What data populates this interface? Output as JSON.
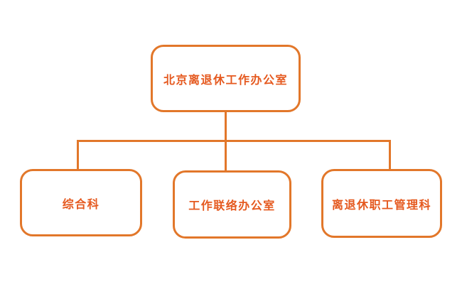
{
  "diagram": {
    "type": "org-chart",
    "colors": {
      "line": "#e2772a",
      "text": "#e5591f",
      "background": "#ffffff"
    },
    "root": {
      "label": "北京离退休工作办公室"
    },
    "children": [
      {
        "label": "综合科"
      },
      {
        "label": "工作联络办公室"
      },
      {
        "label": "离退休职工管理科"
      }
    ]
  }
}
